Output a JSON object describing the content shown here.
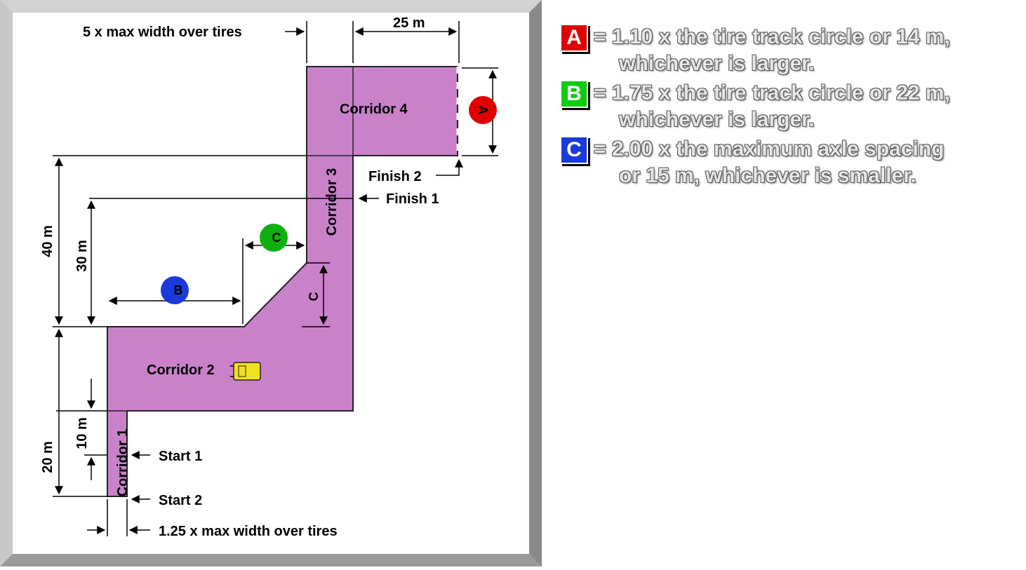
{
  "diagram": {
    "top_dim_left": "5 x max width over tires",
    "top_dim_right": "25 m",
    "corridor_1": "Corridor 1",
    "corridor_2": "Corridor 2",
    "corridor_3": "Corridor 3",
    "corridor_4": "Corridor 4",
    "finish_1": "Finish 1",
    "finish_2": "Finish 2",
    "start_1": "Start 1",
    "start_2": "Start 2",
    "bottom_dim": "1.25 x max width over tires",
    "dim_40": "40 m",
    "dim_30": "30 m",
    "dim_20": "20 m",
    "dim_10": "10 m",
    "marker_a": "A",
    "marker_b": "B",
    "marker_c": "C",
    "marker_c_vertical": "C"
  },
  "legend": [
    {
      "letter": "A",
      "color": "#e00000",
      "line1": "= 1.10 x the tire track circle or 14 m,",
      "line2": "whichever is larger."
    },
    {
      "letter": "B",
      "color": "#10cc10",
      "line1": "= 1.75 x the tire track circle or 22 m,",
      "line2": "whichever is larger."
    },
    {
      "letter": "C",
      "color": "#1a3adb",
      "line1": "= 2.00 x the maximum axle spacing",
      "line2": "or 15 m, whichever is smaller."
    }
  ],
  "colors": {
    "corridor": "#c982c9",
    "marker_a": "#e00000",
    "marker_b": "#1a3adb",
    "marker_c": "#10b010",
    "vehicle": "#f0e020"
  }
}
